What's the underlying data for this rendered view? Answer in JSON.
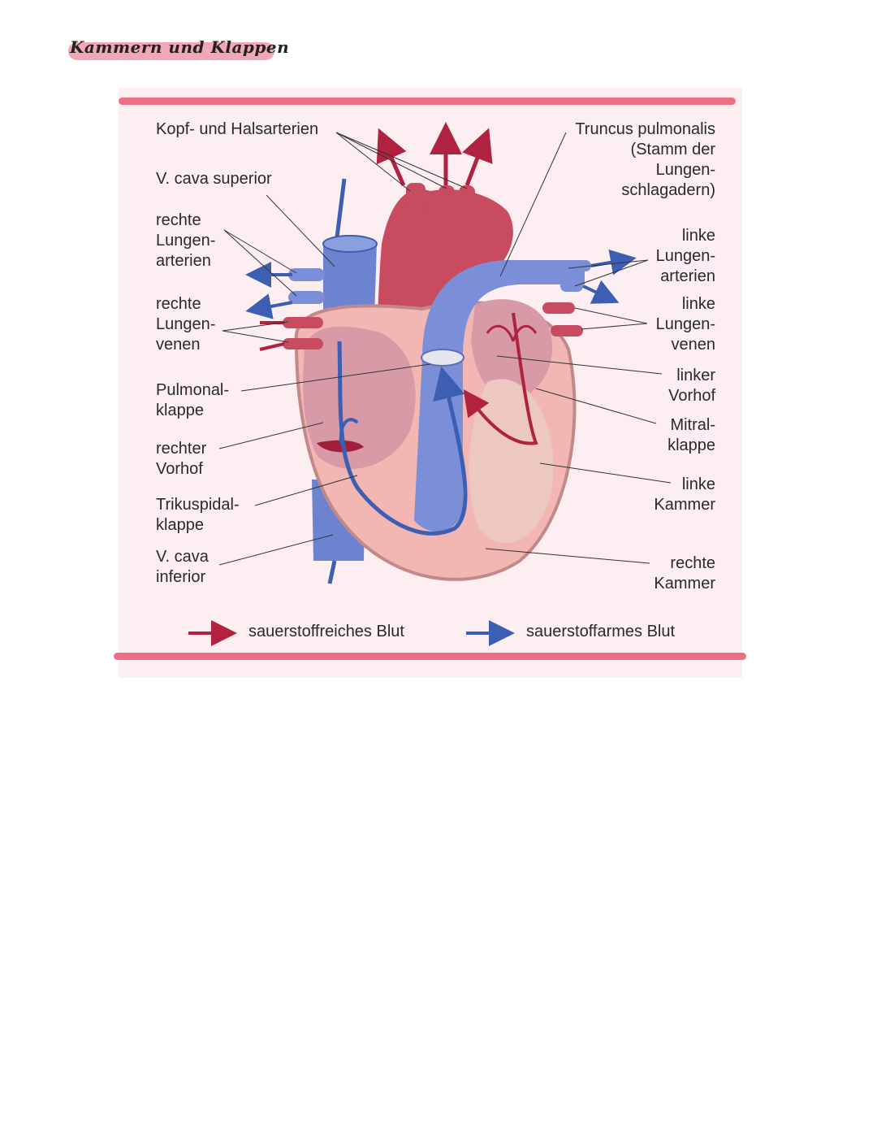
{
  "page": {
    "title": "Kammern und Klappen"
  },
  "labels_left": {
    "kopf_hals": "Kopf- und Halsarterien",
    "vena_cava_superior": "V. cava superior",
    "rechte_lungenarterien": [
      "rechte",
      "Lungen-",
      "arterien"
    ],
    "rechte_lungenvenen": [
      "rechte",
      "Lungen-",
      "venen"
    ],
    "pulmonalklappe": [
      "Pulmonal-",
      "klappe"
    ],
    "rechter_vorhof": [
      "rechter",
      "Vorhof"
    ],
    "trikuspidalklappe": [
      "Trikuspidal-",
      "klappe"
    ],
    "vena_cava_inferior": [
      "V. cava",
      "inferior"
    ]
  },
  "labels_right": {
    "truncus": [
      "Truncus pulmonalis",
      "(Stamm der",
      "Lungen-",
      "schlagadern)"
    ],
    "linke_lungenarterien": [
      "linke",
      "Lungen-",
      "arterien"
    ],
    "linke_lungenvenen": [
      "linke",
      "Lungen-",
      "venen"
    ],
    "linker_vorhof": [
      "linker",
      "Vorhof"
    ],
    "mitralklappe": [
      "Mitral-",
      "klappe"
    ],
    "linke_kammer": [
      "linke",
      "Kammer"
    ],
    "rechte_kammer": [
      "rechte",
      "Kammer"
    ]
  },
  "legend": {
    "oxygen_rich": "sauerstoffreiches Blut",
    "oxygen_poor": "sauerstoffarmes Blut"
  },
  "colors": {
    "oxygen_rich": "#b0223f",
    "oxygen_poor": "#3d5fb3",
    "accent_bar": "#ee6f84",
    "panel_bg": "#fdeff1"
  }
}
